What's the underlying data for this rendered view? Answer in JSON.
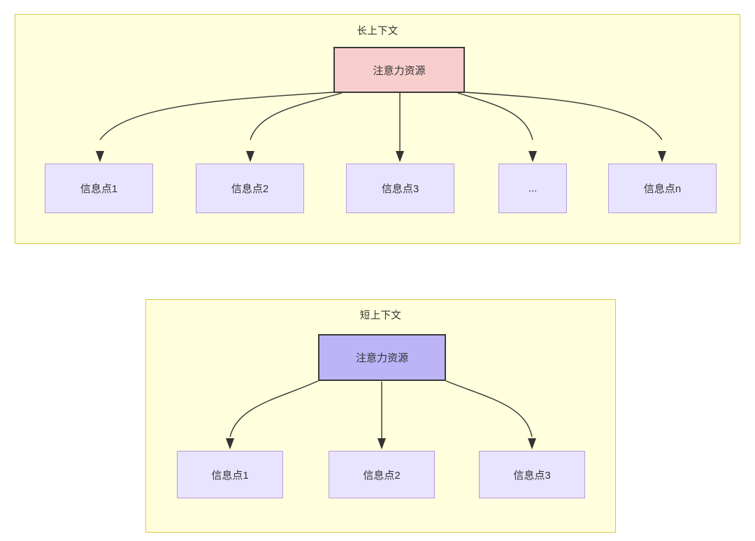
{
  "diagram": {
    "type": "flowchart",
    "background": "#ffffff",
    "groups": [
      {
        "id": "long-context",
        "title": "长上下文",
        "fill": "#ffffdd",
        "border": "#d6c84a",
        "root": {
          "label": "注意力资源",
          "fill": "#f8cecc",
          "border": "#3a3a3a"
        },
        "children": [
          {
            "label": "信息点1"
          },
          {
            "label": "信息点2"
          },
          {
            "label": "信息点3"
          },
          {
            "label": "..."
          },
          {
            "label": "信息点n"
          }
        ],
        "child_fill": "#e8e4ff",
        "child_border": "#b99ae0"
      },
      {
        "id": "short-context",
        "title": "短上下文",
        "fill": "#ffffdd",
        "border": "#d6c84a",
        "root": {
          "label": "注意力资源",
          "fill": "#bcb4f7",
          "border": "#3a3a3a"
        },
        "children": [
          {
            "label": "信息点1"
          },
          {
            "label": "信息点2"
          },
          {
            "label": "信息点3"
          }
        ],
        "child_fill": "#e8e4ff",
        "child_border": "#b99ae0"
      }
    ],
    "edge_color": "#333333"
  }
}
